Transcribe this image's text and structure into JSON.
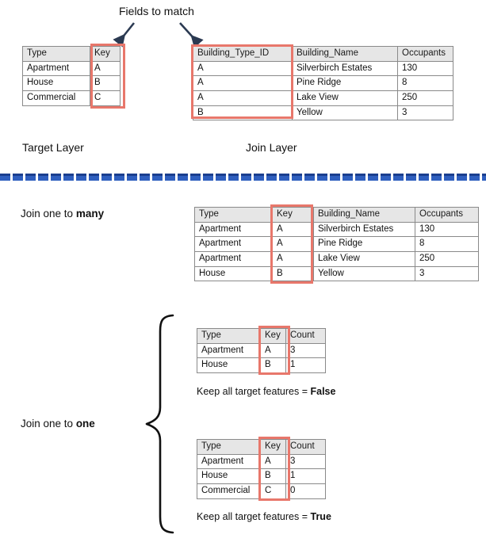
{
  "colors": {
    "highlight_red": "#e8776b",
    "header_grey": "#e6e6e6",
    "grid_line": "#8a8a8a",
    "divider_blue": "#2f5fbf",
    "arrow_navy": "#2b3a52",
    "text": "#111111"
  },
  "annotations": {
    "fields_to_match": "Fields to match",
    "target_layer": "Target Layer",
    "join_layer": "Join Layer",
    "join_one_to_many_prefix": "Join one to ",
    "join_one_to_many_bold": "many",
    "join_one_to_one_prefix": "Join one to ",
    "join_one_to_one_bold": "one",
    "keep_all_prefix": "Keep all target features = ",
    "keep_all_false": "False",
    "keep_all_true": "True"
  },
  "target_table": {
    "name": "target-layer-table",
    "columns": [
      "Type",
      "Key"
    ],
    "rows": [
      [
        "Apartment",
        "A"
      ],
      [
        "House",
        "B"
      ],
      [
        "Commercial",
        "C"
      ]
    ],
    "highlight_column": "Key"
  },
  "join_table": {
    "name": "join-layer-table",
    "columns": [
      "Building_Type_ID",
      "Building_Name",
      "Occupants"
    ],
    "rows": [
      [
        "A",
        "Silverbirch Estates",
        "130"
      ],
      [
        "A",
        "Pine Ridge",
        "8"
      ],
      [
        "A",
        "Lake View",
        "250"
      ],
      [
        "B",
        "Yellow",
        "3"
      ]
    ],
    "highlight_column": "Building_Type_ID"
  },
  "one_to_many_table": {
    "name": "join-one-to-many-result-table",
    "columns": [
      "Type",
      "Key",
      "Building_Name",
      "Occupants"
    ],
    "rows": [
      [
        "Apartment",
        "A",
        "Silverbirch Estates",
        "130"
      ],
      [
        "Apartment",
        "A",
        "Pine Ridge",
        "8"
      ],
      [
        "Apartment",
        "A",
        "Lake View",
        "250"
      ],
      [
        "House",
        "B",
        "Yellow",
        "3"
      ]
    ],
    "highlight_column": "Key"
  },
  "one_to_one_false_table": {
    "name": "join-one-to-one-false-table",
    "columns": [
      "Type",
      "Key",
      "Count"
    ],
    "rows": [
      [
        "Apartment",
        "A",
        "3"
      ],
      [
        "House",
        "B",
        "1"
      ]
    ],
    "highlight_column": "Key"
  },
  "one_to_one_true_table": {
    "name": "join-one-to-one-true-table",
    "columns": [
      "Type",
      "Key",
      "Count"
    ],
    "rows": [
      [
        "Apartment",
        "A",
        "3"
      ],
      [
        "House",
        "B",
        "1"
      ],
      [
        "Commercial",
        "C",
        "0"
      ]
    ],
    "highlight_column": "Key"
  }
}
